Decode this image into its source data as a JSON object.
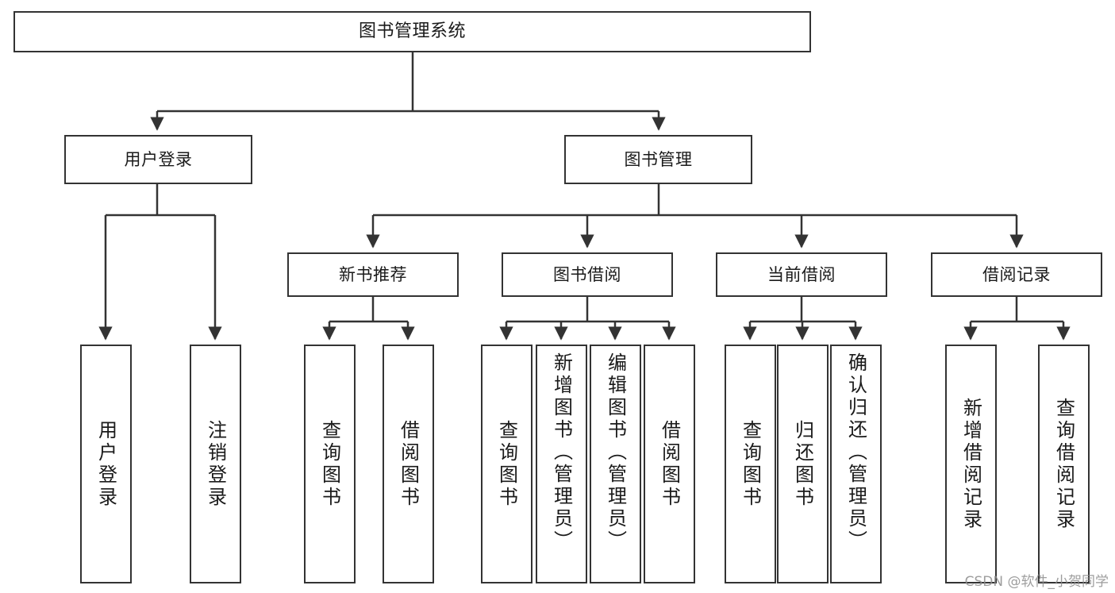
{
  "diagram": {
    "type": "tree",
    "title": "图书管理系统",
    "orientation": "top-down",
    "colors": {
      "box_border": "#333333",
      "box_fill": "#ffffff",
      "connector": "#333333",
      "text": "#1a1a1a",
      "watermark": "#8d8d8d"
    },
    "root": {
      "label": "图书管理系统"
    },
    "level2": [
      {
        "label": "用户登录"
      },
      {
        "label": "图书管理"
      }
    ],
    "level3": [
      {
        "label": "新书推荐"
      },
      {
        "label": "图书借阅"
      },
      {
        "label": "当前借阅"
      },
      {
        "label": "借阅记录"
      }
    ],
    "leaves": {
      "user_login": [
        {
          "label": "用户登录"
        },
        {
          "label": "注销登录"
        }
      ],
      "new_book_recommend": [
        {
          "label": "查询图书"
        },
        {
          "label": "借阅图书"
        }
      ],
      "book_borrow": [
        {
          "label": "查询图书"
        },
        {
          "label": "新增图书（管理员）"
        },
        {
          "label": "编辑图书（管理员）"
        },
        {
          "label": "借阅图书"
        }
      ],
      "current_borrow": [
        {
          "label": "查询图书"
        },
        {
          "label": "归还图书"
        },
        {
          "label": "确认归还（管理员）"
        }
      ],
      "borrow_record": [
        {
          "label": "新增借阅记录"
        },
        {
          "label": "查询借阅记录"
        }
      ]
    }
  },
  "watermark": {
    "text": "CSDN @软件_小贺同学"
  }
}
